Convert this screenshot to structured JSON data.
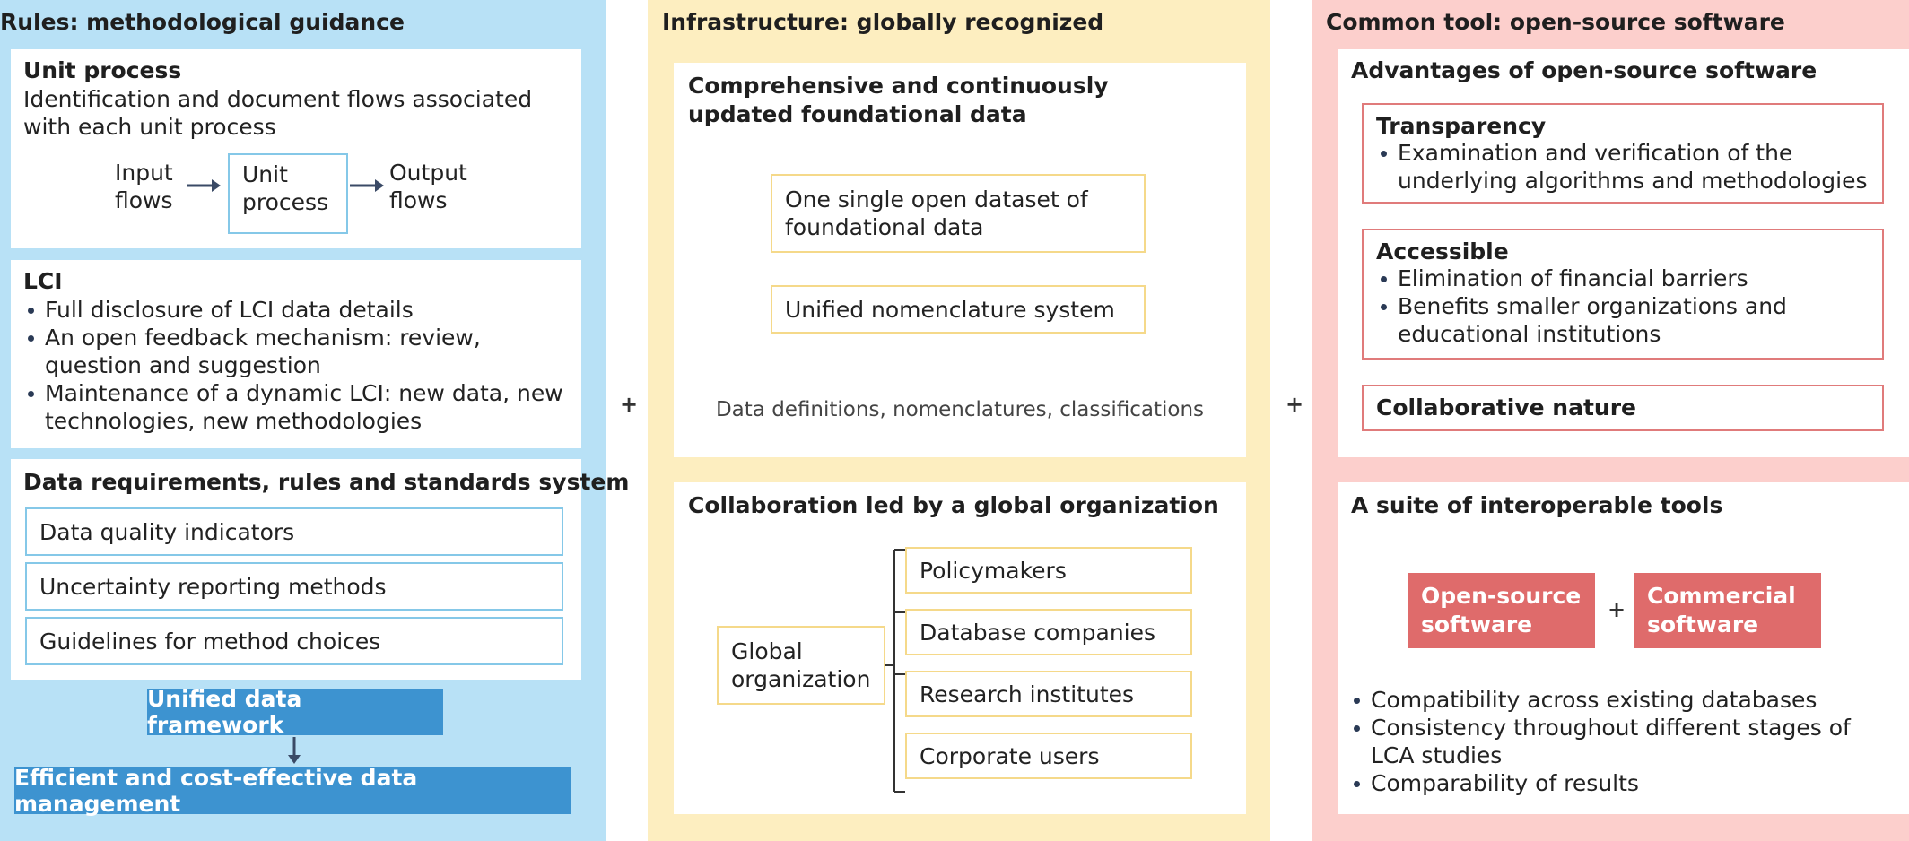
{
  "colors": {
    "blue_bg": "#b8e1f6",
    "yellow_bg": "#fdeec0",
    "pink_bg": "#fccfcc",
    "blue_button": "#3d93d0",
    "red_button": "#df6b6b",
    "arrow": "#3a4a66"
  },
  "rules": {
    "title": "Rules: methodological guidance",
    "unit_process": {
      "heading": "Unit process",
      "description": "Identification and document flows associated with each unit process",
      "input": "Input flows",
      "center": "Unit process",
      "output": "Output flows"
    },
    "lci": {
      "heading": "LCI",
      "bullets": [
        "Full disclosure of LCI data details",
        "An open feedback mechanism: review, question and suggestion",
        "Maintenance of a dynamic LCI: new data, new technologies, new methodologies"
      ]
    },
    "data_requirements": {
      "heading": "Data requirements, rules and standards system",
      "items": [
        "Data quality indicators",
        "Uncertainty reporting methods",
        "Guidelines for method choices"
      ]
    },
    "framework": "Unified data framework",
    "management": "Efficient and cost-effective data management"
  },
  "plus_sign": "+",
  "infrastructure": {
    "title": "Infrastructure: globally recognized",
    "foundational": {
      "heading": "Comprehensive and continuously updated foundational data",
      "box1": "One single open dataset of foundational data",
      "box2": "Unified nomenclature system",
      "caption": "Data definitions, nomenclatures, classifications"
    },
    "collaboration": {
      "heading": "Collaboration led by a global organization",
      "root": "Global organization",
      "branches": [
        "Policymakers",
        "Database companies",
        "Research institutes",
        "Corporate users"
      ]
    }
  },
  "common_tool": {
    "title": "Common tool: open-source software",
    "advantages": {
      "heading": "Advantages of open-source software",
      "transparency": {
        "title": "Transparency",
        "bullets": [
          "Examination and verification of the underlying algorithms and methodologies"
        ]
      },
      "accessible": {
        "title": "Accessible",
        "bullets": [
          "Elimination of financial barriers",
          "Benefits smaller organizations and educational institutions"
        ]
      },
      "collaborative": "Collaborative nature"
    },
    "suite": {
      "heading": "A suite of interoperable tools",
      "open_source": "Open-source software",
      "commercial": "Commercial software",
      "bullets": [
        "Compatibility across existing databases",
        "Consistency throughout different stages of LCA studies",
        "Comparability of results"
      ]
    }
  }
}
